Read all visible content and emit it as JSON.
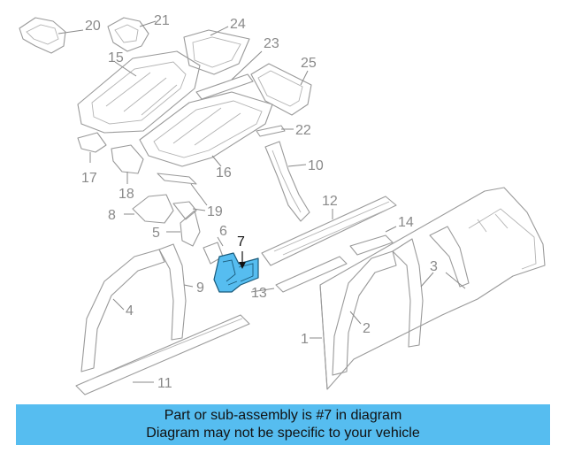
{
  "diagram": {
    "highlight_color": "#56bdf0",
    "highlighted_part": "7",
    "callouts": [
      "1",
      "2",
      "3",
      "4",
      "5",
      "6",
      "7",
      "8",
      "9",
      "10",
      "11",
      "12",
      "13",
      "14",
      "15",
      "16",
      "17",
      "18",
      "19",
      "20",
      "21",
      "22",
      "23",
      "24",
      "25"
    ]
  },
  "banner": {
    "background": "#56bdf0",
    "line1": "Part or sub-assembly is #7 in diagram",
    "line2": "Diagram may not be specific to your vehicle"
  }
}
